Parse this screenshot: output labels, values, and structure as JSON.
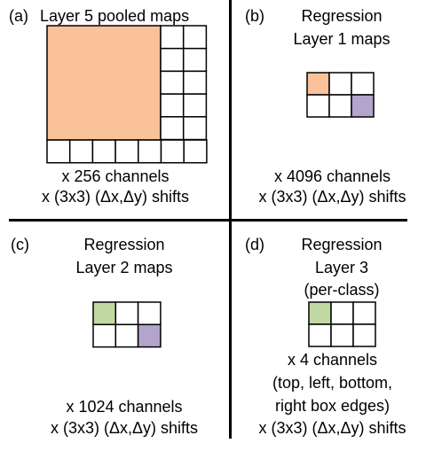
{
  "panels": {
    "a": {
      "letter": "(a)",
      "title": "Layer 5 pooled maps",
      "caption1": "x 256 channels",
      "caption2": "x (3x3) (Δx,Δy) shifts"
    },
    "b": {
      "letter": "(b)",
      "title1": "Regression",
      "title2": "Layer 1 maps",
      "caption1": "x 4096 channels",
      "caption2": "x (3x3) (Δx,Δy) shifts"
    },
    "c": {
      "letter": "(c)",
      "title1": "Regression",
      "title2": "Layer 2 maps",
      "caption1": "x 1024 channels",
      "caption2": "x (3x3) (Δx,Δy) shifts"
    },
    "d": {
      "letter": "(d)",
      "title1": "Regression",
      "title2": "Layer 3",
      "title3": "(per-class)",
      "caption1": "x 4 channels",
      "caption2": "(top, left, bottom,",
      "caption3": "right box edges)",
      "caption4": "x (3x3) (Δx,Δy) shifts"
    }
  },
  "colors": {
    "orange": "#f9c29a",
    "purple": "#b3a4cb",
    "green": "#c2d8a2",
    "line": "#000000",
    "cell": "#ffffff"
  }
}
